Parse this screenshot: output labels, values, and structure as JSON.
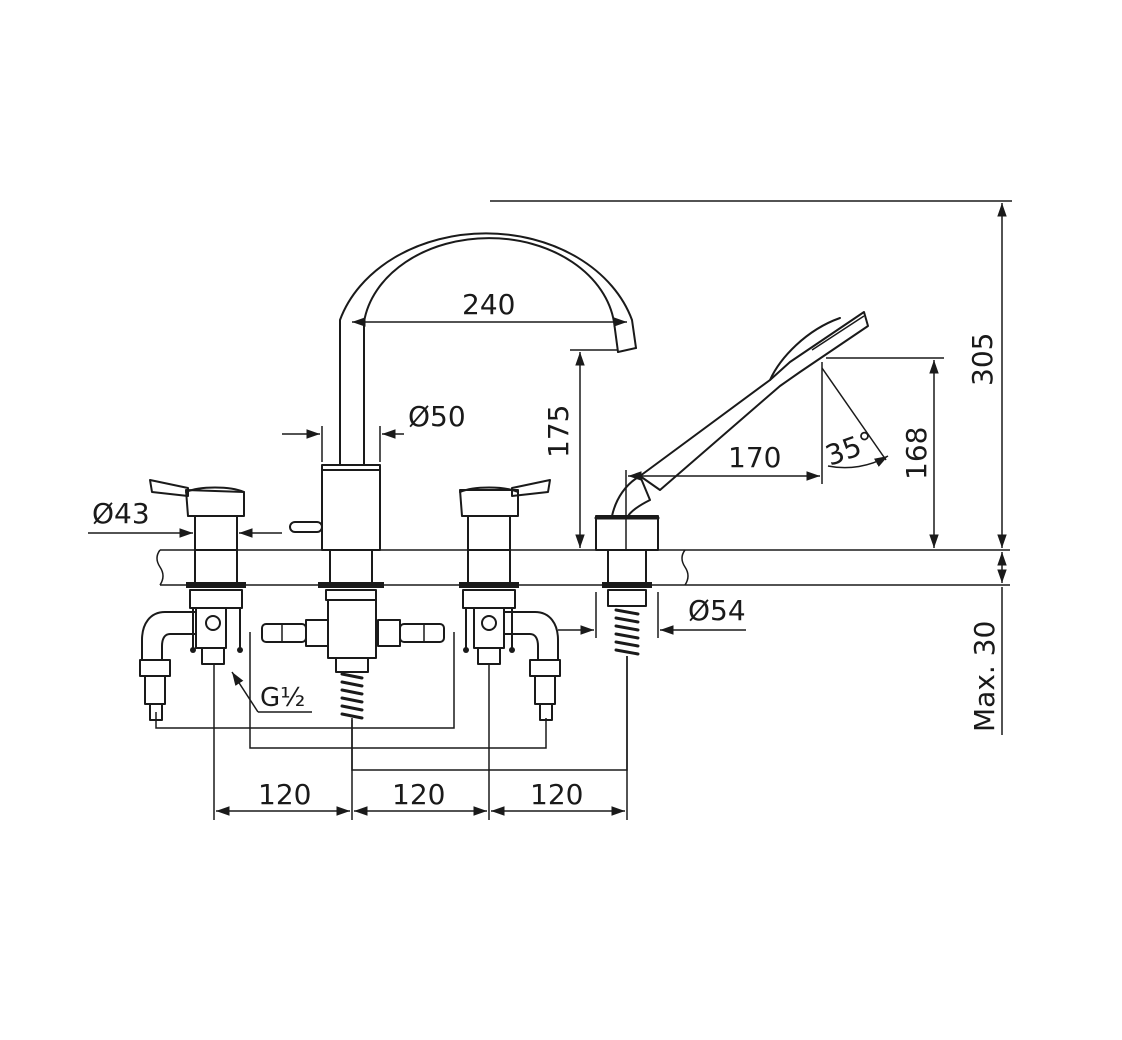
{
  "dimensions": {
    "spout_reach": "240",
    "spout_height": "175",
    "total_height": "305",
    "body_diameter": "Ø50",
    "handle_diameter": "Ø43",
    "handshower_reach": "170",
    "handshower_angle": "35°",
    "handshower_height": "168",
    "handshower_diameter": "Ø54",
    "deck_thickness": "Max. 30",
    "connection_thread": "G½",
    "spacing_1": "120",
    "spacing_2": "120",
    "spacing_3": "120"
  }
}
